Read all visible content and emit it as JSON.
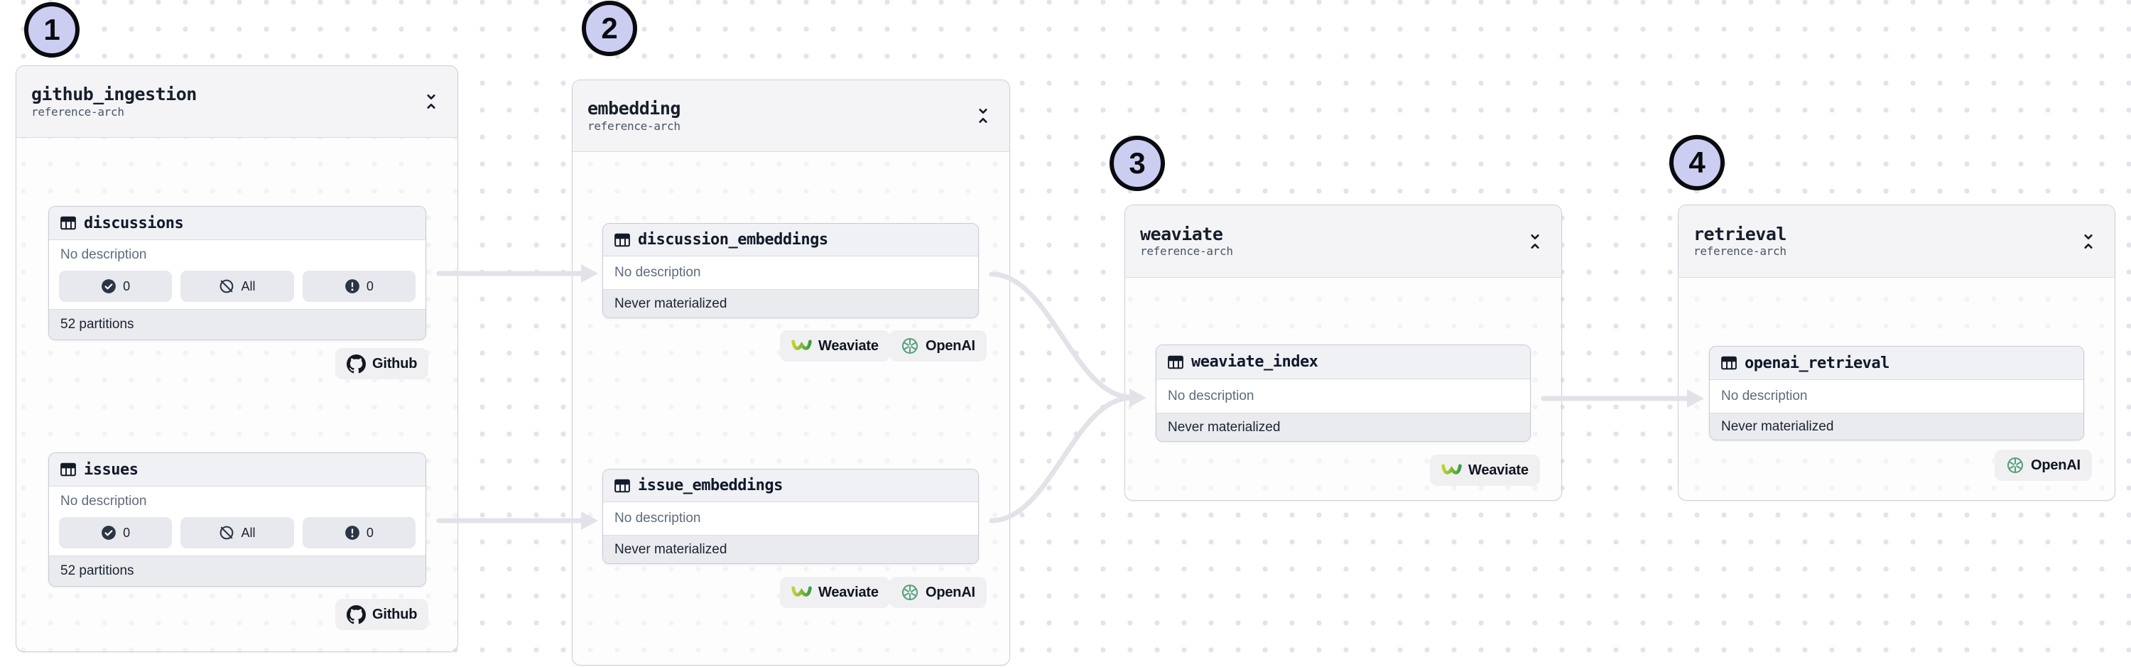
{
  "diagram": {
    "groups": [
      {
        "number": "1",
        "title": "github_ingestion",
        "subtitle": "reference-arch"
      },
      {
        "number": "2",
        "title": "embedding",
        "subtitle": "reference-arch"
      },
      {
        "number": "3",
        "title": "weaviate",
        "subtitle": "reference-arch"
      },
      {
        "number": "4",
        "title": "retrieval",
        "subtitle": "reference-arch"
      }
    ],
    "assets": [
      {
        "name": "discussions",
        "description": "No description",
        "footer": "52 partitions",
        "pills": {
          "materialized": "0",
          "missing": "All",
          "failed": "0"
        },
        "integrations": [
          "Github"
        ]
      },
      {
        "name": "issues",
        "description": "No description",
        "footer": "52 partitions",
        "pills": {
          "materialized": "0",
          "missing": "All",
          "failed": "0"
        },
        "integrations": [
          "Github"
        ]
      },
      {
        "name": "discussion_embeddings",
        "description": "No description",
        "status": "Never materialized",
        "integrations": [
          "Weaviate",
          "OpenAI"
        ]
      },
      {
        "name": "issue_embeddings",
        "description": "No description",
        "status": "Never materialized",
        "integrations": [
          "Weaviate",
          "OpenAI"
        ]
      },
      {
        "name": "weaviate_index",
        "description": "No description",
        "status": "Never materialized",
        "integrations": [
          "Weaviate"
        ]
      },
      {
        "name": "openai_retrieval",
        "description": "No description",
        "status": "Never materialized",
        "integrations": [
          "OpenAI"
        ]
      }
    ],
    "colors": {
      "step_circle_fill": "#cbcdf1",
      "edge": "#e2e3e8",
      "card_header_bg": "#f0f1f4",
      "status_row_bg": "#eaebef",
      "weaviate_green": "#3c9e3e",
      "weaviate_lime": "#c3d232",
      "openai_green": "#56a07c",
      "github_black": "#14181f"
    }
  }
}
